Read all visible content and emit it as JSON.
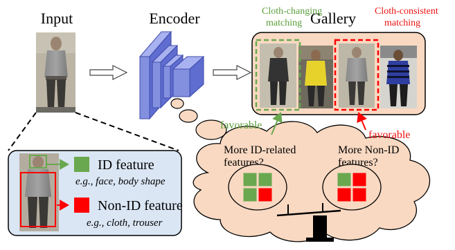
{
  "titles": {
    "input": "Input",
    "encoder": "Encoder",
    "gallery": "Gallery"
  },
  "matching": {
    "cloth_changing": [
      "Cloth-changing",
      "matching"
    ],
    "cloth_consistent": [
      "Cloth-consistent",
      "matching"
    ],
    "favorable_left": "favorable",
    "favorable_right": "favorable"
  },
  "features": {
    "id_label": "ID feature",
    "id_examples": "e.g., face, body shape",
    "nonid_label": "Non-ID feature",
    "nonid_examples": "e.g., cloth, trouser"
  },
  "thought": {
    "left_question": [
      "More ID-related",
      "features?"
    ],
    "right_question": [
      "More Non-ID",
      "features?"
    ],
    "left_grid": [
      "green",
      "green",
      "green",
      "red"
    ],
    "right_grid": [
      "green",
      "red",
      "red",
      "red"
    ]
  },
  "colors": {
    "id_green": "#6aa84f",
    "nonid_red": "#ff0000",
    "gallery_bg": "#f9d9c2",
    "thought_bg": "#f9d9c2",
    "feature_box_bg": "#dbe6f4",
    "encoder_blue": "#8390e0",
    "green_text": "#5a9e3a",
    "red_text": "#ee1111"
  }
}
